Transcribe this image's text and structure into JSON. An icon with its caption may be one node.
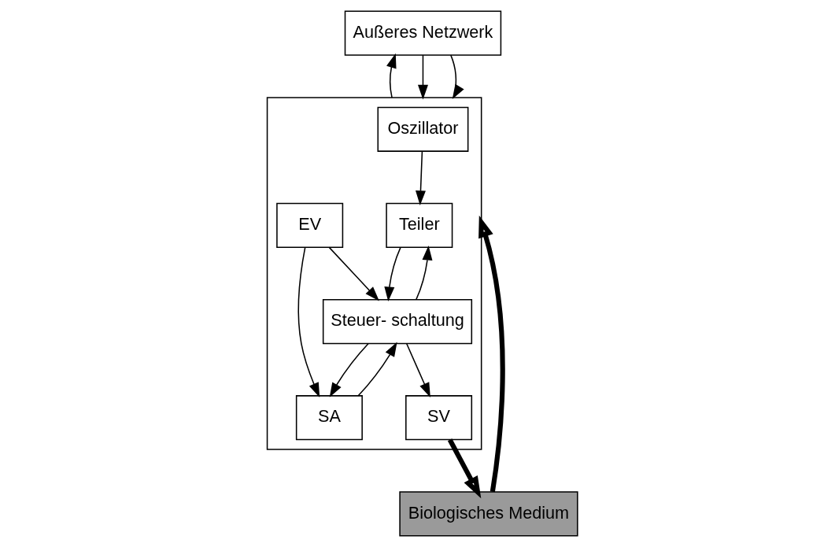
{
  "diagram": {
    "nodes": [
      {
        "text": [
          "Außeres Netzwerk"
        ]
      },
      {
        "text": [
          "Biologisches Medium"
        ]
      },
      {
        "text": [],
        "shape": "box"
      },
      {
        "text": [
          "Oszillator"
        ],
        "in": 2
      },
      {
        "text": [
          "Teiler"
        ],
        "in": 2
      },
      {
        "text": [
          "EV"
        ],
        "in": 2
      },
      {
        "text": [
          "SA"
        ],
        "in": 2
      },
      {
        "text": [
          "Steuer- schaltung"
        ],
        "in": 2
      },
      {
        "text": [
          "SV"
        ],
        "in": 2
      }
    ],
    "edges": [
      {
        "from": 2,
        "to": 0,
        "arrow": "to"
      },
      {
        "from": 0,
        "to": 2,
        "arrow": "to"
      },
      {
        "from": 0,
        "to": 2,
        "arrow": "to"
      },
      {
        "from": 1,
        "to": 2,
        "arrow": "to",
        "style": "thick"
      },
      {
        "from": 3,
        "to": 4,
        "arrow": "to"
      },
      {
        "from": 4,
        "to": 7,
        "arrow": "to"
      },
      {
        "from": 7,
        "to": 4,
        "arrow": "to"
      },
      {
        "from": 5,
        "to": 7,
        "arrow": "to"
      },
      {
        "from": 5,
        "to": 6,
        "arrow": "to"
      },
      {
        "from": 7,
        "to": 6,
        "arrow": "to"
      },
      {
        "from": 6,
        "to": 7,
        "arrow": "to"
      },
      {
        "from": 7,
        "to": 8,
        "arrow": "to"
      },
      {
        "from": 8,
        "to": 1,
        "arrow": "to",
        "style": "thick"
      }
    ]
  }
}
